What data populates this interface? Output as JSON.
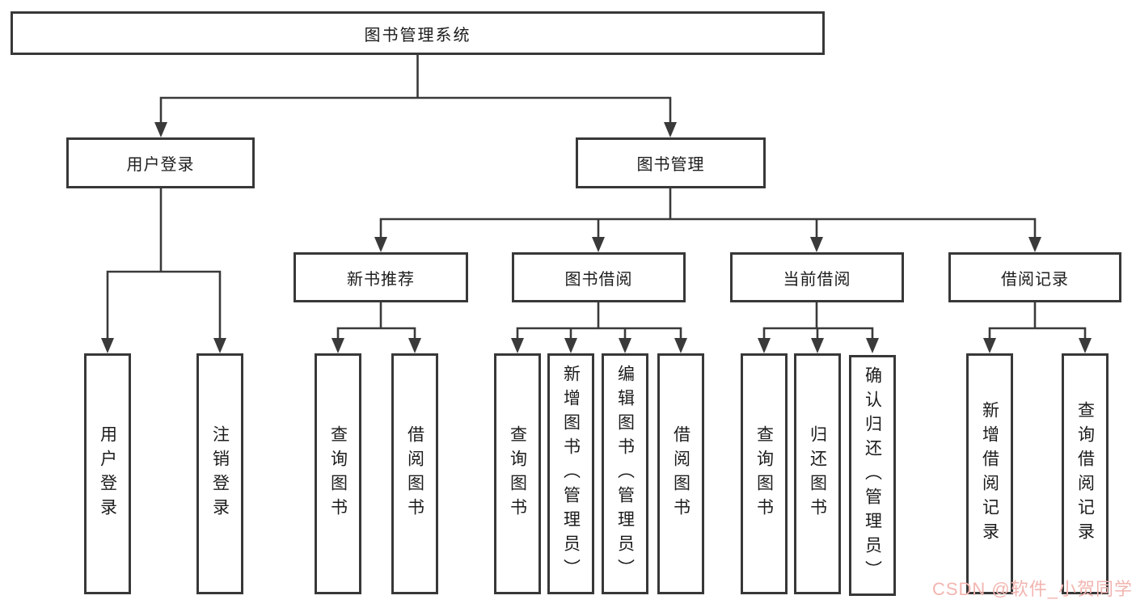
{
  "diagram": {
    "root": {
      "label": "图书管理系统"
    },
    "branches": [
      {
        "label": "用户登录",
        "children": [
          {
            "label": "用户登录"
          },
          {
            "label": "注销登录"
          }
        ]
      },
      {
        "label": "图书管理",
        "children": [
          {
            "label": "新书推荐",
            "children": [
              {
                "label": "查询图书"
              },
              {
                "label": "借阅图书"
              }
            ]
          },
          {
            "label": "图书借阅",
            "children": [
              {
                "label": "查询图书"
              },
              {
                "label": "新增图书（管理员）"
              },
              {
                "label": "编辑图书（管理员）"
              },
              {
                "label": "借阅图书"
              }
            ]
          },
          {
            "label": "当前借阅",
            "children": [
              {
                "label": "查询图书"
              },
              {
                "label": "归还图书"
              },
              {
                "label": "确认归还（管理员）"
              }
            ]
          },
          {
            "label": "借阅记录",
            "children": [
              {
                "label": "新增借阅记录"
              },
              {
                "label": "查询借阅记录"
              }
            ]
          }
        ]
      }
    ],
    "watermark": "CSDN @软件_小贺同学",
    "colors": {
      "line": "#3a3a3a",
      "box_border": "#383838",
      "box_fill": "#ffffff",
      "text": "#1c1c1c",
      "watermark": "#f2b5b0"
    }
  }
}
